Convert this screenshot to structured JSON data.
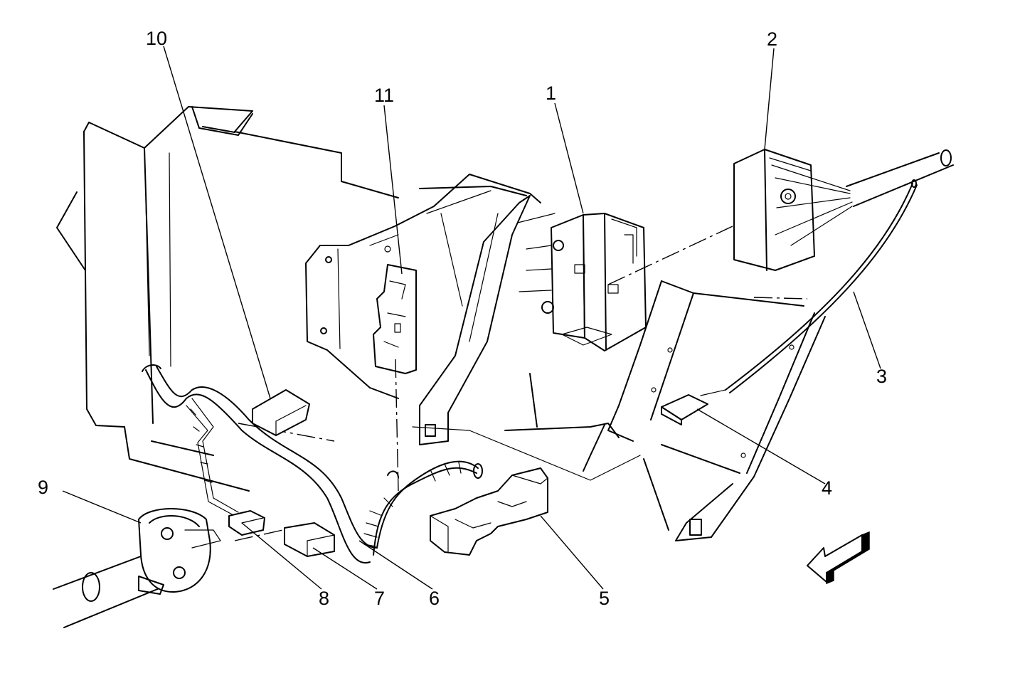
{
  "callouts": [
    {
      "id": "1",
      "label": "1"
    },
    {
      "id": "2",
      "label": "2"
    },
    {
      "id": "3",
      "label": "3"
    },
    {
      "id": "4",
      "label": "4"
    },
    {
      "id": "5",
      "label": "5"
    },
    {
      "id": "6",
      "label": "6"
    },
    {
      "id": "7",
      "label": "7"
    },
    {
      "id": "8",
      "label": "8"
    },
    {
      "id": "9",
      "label": "9"
    },
    {
      "id": "10",
      "label": "10"
    },
    {
      "id": "11",
      "label": "11"
    }
  ],
  "icons": {
    "direction_arrow": "front-direction-arrow-icon"
  }
}
